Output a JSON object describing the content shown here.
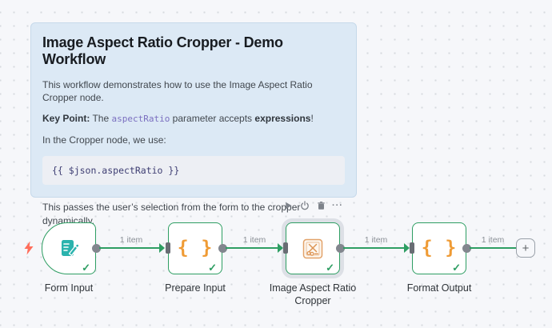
{
  "sticky": {
    "title": "Image Aspect Ratio Cropper - Demo Workflow",
    "intro": "This workflow demonstrates how to use the Image Aspect Ratio Cropper node.",
    "key_point": {
      "label": "Key Point:",
      "pre": " The ",
      "code": "aspectRatio",
      "mid": " parameter accepts ",
      "bold": "expressions",
      "end": "!"
    },
    "usage_line": "In the Cropper node, we use:",
    "code_block": "{{ $json.aspectRatio }}",
    "outro": "This passes the user’s selection from the form to the cropper dynamically."
  },
  "nodes": [
    {
      "label": "Form Input",
      "icon": "form-trigger-icon",
      "type": "trigger",
      "status": "success"
    },
    {
      "label": "Prepare Input",
      "icon": "code-braces-icon",
      "type": "code",
      "status": "success"
    },
    {
      "label": "Image Aspect Ratio Cropper",
      "icon": "image-crop-icon",
      "type": "custom",
      "status": "success",
      "selected": true
    },
    {
      "label": "Format Output",
      "icon": "code-braces-icon",
      "type": "code",
      "status": "success"
    }
  ],
  "connections": [
    {
      "label": "1 item"
    },
    {
      "label": "1 item"
    },
    {
      "label": "1 item"
    },
    {
      "label": "1 item"
    }
  ],
  "icons": {
    "check": "✓",
    "plus": "+",
    "code_braces": "{ }",
    "ellipsis": "···"
  },
  "colors": {
    "canvas_bg": "#f6f7fa",
    "sticky_bg": "#dce9f5",
    "node_border_green": "#2e9e63",
    "connection_green": "#2e9e63",
    "code_braces_orange": "#ef9b35",
    "cropper_icon_orange": "#e2a269",
    "form_icon_teal": "#2ab3ad",
    "trigger_bolt_coral": "#ff6d5a",
    "inline_code_purple": "#7b6fc0",
    "code_block_text": "#3d3d72",
    "connector_gray": "#82868e"
  }
}
